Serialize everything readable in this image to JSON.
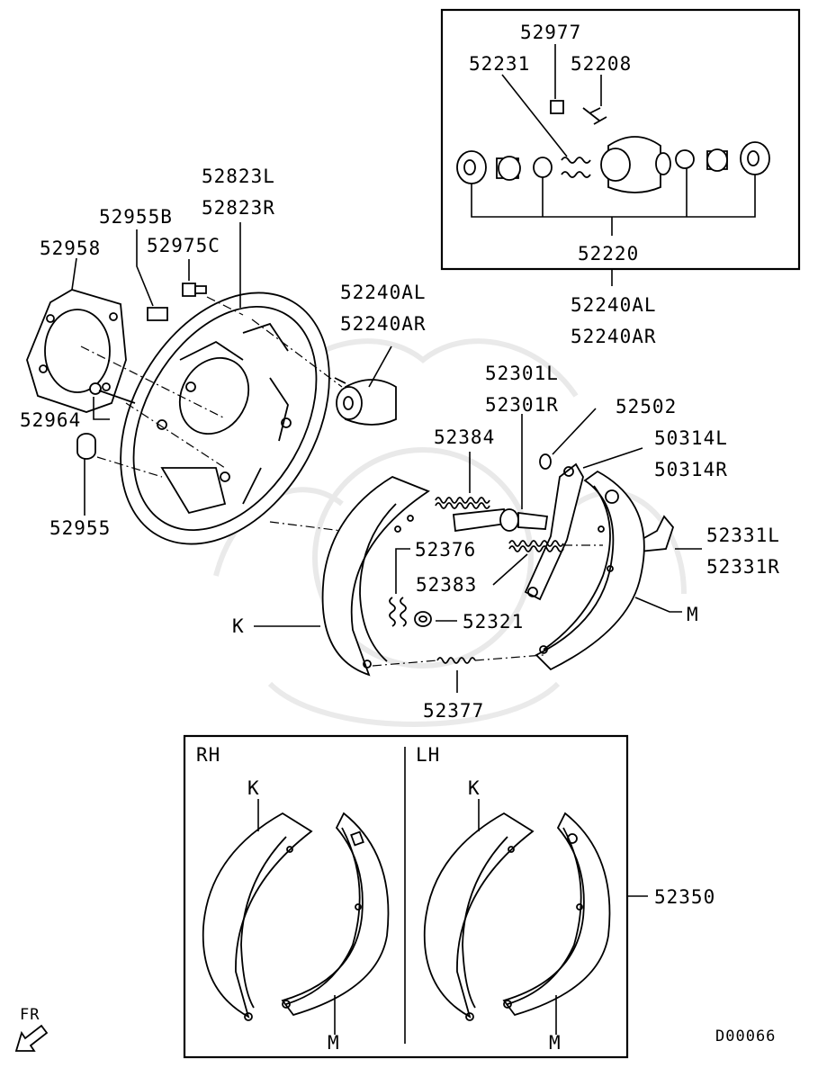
{
  "callouts": {
    "c52977": "52977",
    "c52231": "52231",
    "c52208": "52208",
    "c52220": "52220",
    "c52240AL_top": "52240AL",
    "c52240AR_top": "52240AR",
    "c52823L": "52823L",
    "c52823R": "52823R",
    "c52955B": "52955B",
    "c52975C": "52975C",
    "c52958": "52958",
    "c52240AL": "52240AL",
    "c52240AR": "52240AR",
    "c52964": "52964",
    "c52955": "52955",
    "c52301L": "52301L",
    "c52301R": "52301R",
    "c52502": "52502",
    "c52384": "52384",
    "c50314L": "50314L",
    "c50314R": "50314R",
    "c52331L": "52331L",
    "c52331R": "52331R",
    "c52376": "52376",
    "c52383": "52383",
    "c52321": "52321",
    "cM_main": "M",
    "cK_main": "K",
    "c52377": "52377",
    "c52350": "52350"
  },
  "shoe_kit": {
    "rh_label": "RH",
    "lh_label": "LH",
    "rh_k": "K",
    "rh_m": "M",
    "lh_k": "K",
    "lh_m": "M"
  },
  "footer": {
    "direction": "FR",
    "diagram_code": "D00066"
  }
}
